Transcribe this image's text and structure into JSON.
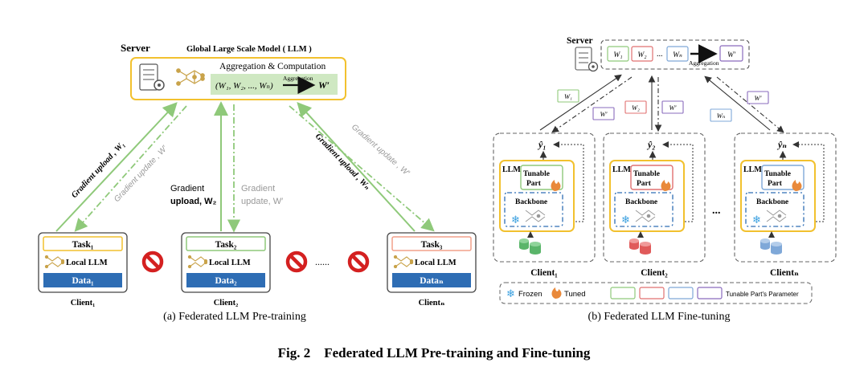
{
  "left": {
    "server_label": "Server",
    "model_title": "Global Large Scale Model ( LLM )",
    "agg_title": "Aggregation  &  Computation",
    "agg_formula": "(W₁, W₂, ..., Wₙ)",
    "agg_arrow_label": "Aggregation",
    "agg_result": "W′",
    "edges": {
      "left_upload": "Gradient upload , W₁",
      "left_update": "Gradient update , W′",
      "mid_upload_line1": "Gradient",
      "mid_upload_line2": "upload, W₂",
      "mid_update_line1": "Gradient",
      "mid_update_line2": "update, W′",
      "right_upload": "Gradient upload , Wₙ",
      "right_update": "Gradient update , W′"
    },
    "clients": [
      {
        "task": "Task₁",
        "local": "Local LLM",
        "data": "Data₁",
        "name": "Client₁"
      },
      {
        "task": "Task₂",
        "local": "Local LLM",
        "data": "Data₂",
        "name": "Client₂"
      },
      {
        "task": "Task₃",
        "local": "Local LLM",
        "data": "Dataₙ",
        "name": "Clientₙ"
      }
    ],
    "ellipsis": "......",
    "caption": "(a)  Federated LLM Pre-training"
  },
  "right": {
    "server_label": "Server",
    "weights": [
      "W₁",
      "W₂",
      "...",
      "Wₙ"
    ],
    "agg_label": "Aggregation",
    "agg_result": "W′",
    "edge_labels": {
      "w1": "W₁",
      "wp1": "W′",
      "w2": "W₂",
      "wp2": "W′",
      "wn": "Wₙ",
      "wp3": "W′"
    },
    "clients": [
      {
        "yhat": "ŷ₁",
        "llm": "LLM",
        "tunable1": "Tunable",
        "tunable2": "Part",
        "backbone": "Backbone",
        "name": "Client₁"
      },
      {
        "yhat": "ŷ₂",
        "llm": "LLM",
        "tunable1": "Tunable",
        "tunable2": "Part",
        "backbone": "Backbone",
        "name": "Client₂"
      },
      {
        "yhat": "ŷₙ",
        "llm": "LLM",
        "tunable1": "Tunable",
        "tunable2": "Part",
        "backbone": "Backbone",
        "name": "Clientₙ"
      }
    ],
    "ellipsis": "...",
    "legend": {
      "frozen": "Frozen",
      "tuned": "Tuned",
      "param": "Tunable Part's Parameter"
    },
    "caption": "(b)  Federated LLM Fine-tuning"
  },
  "figure_caption": "Fig. 2    Federated LLM Pre-training and Fine-tuning",
  "colors": {
    "yellow": "#f2c12e",
    "blue": "#2e6db4",
    "green": "#8fc97a",
    "red": "#e07070",
    "lightblue": "#7fa8d8",
    "purple": "#8a6bbd",
    "gray": "#777777",
    "flame": "#e9893a",
    "snow": "#3aa0e0",
    "ban": "#d42020"
  }
}
